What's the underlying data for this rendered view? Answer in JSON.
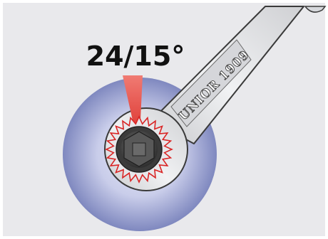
{
  "diagram": {
    "angle_label": "24/15°",
    "wrench_brand": "UNIOR 1909",
    "tooth_count": 24,
    "colors": {
      "background": "#e9e9ec",
      "disc_center": "#e4e6f4",
      "disc_edge": "#7f88bf",
      "wedge": "#e53d36",
      "teeth": "#d92626",
      "wrench_body": "#e4e5e8",
      "wrench_outline": "#3a3a3a",
      "bolt": "#4a4a4a"
    }
  }
}
